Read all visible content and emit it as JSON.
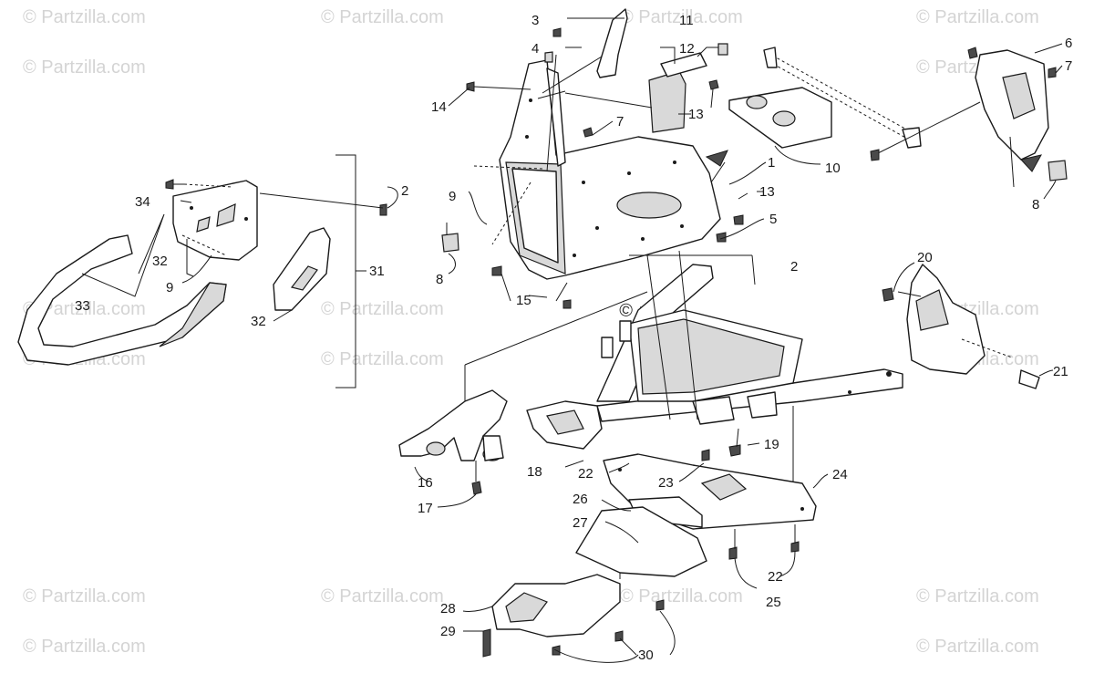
{
  "watermark": {
    "text": "© Partzilla.com",
    "center_text": "© Partzilla.com"
  },
  "callouts": {
    "c1": "1",
    "c2a": "2",
    "c2b": "2",
    "c3": "3",
    "c4": "4",
    "c5": "5",
    "c6": "6",
    "c7a": "7",
    "c7b": "7",
    "c8a": "8",
    "c8b": "8",
    "c9a": "9",
    "c9b": "9",
    "c10": "10",
    "c11": "11",
    "c12": "12",
    "c13a": "13",
    "c13b": "13",
    "c14": "14",
    "c15": "15",
    "c16": "16",
    "c17": "17",
    "c18": "18",
    "c19": "19",
    "c20": "20",
    "c21": "21",
    "c22a": "22",
    "c22b": "22",
    "c23": "23",
    "c24": "24",
    "c25": "25",
    "c26": "26",
    "c27": "27",
    "c28": "28",
    "c29": "29",
    "c30": "30",
    "c31": "31",
    "c32a": "32",
    "c32b": "32",
    "c33": "33",
    "c34": "34"
  }
}
